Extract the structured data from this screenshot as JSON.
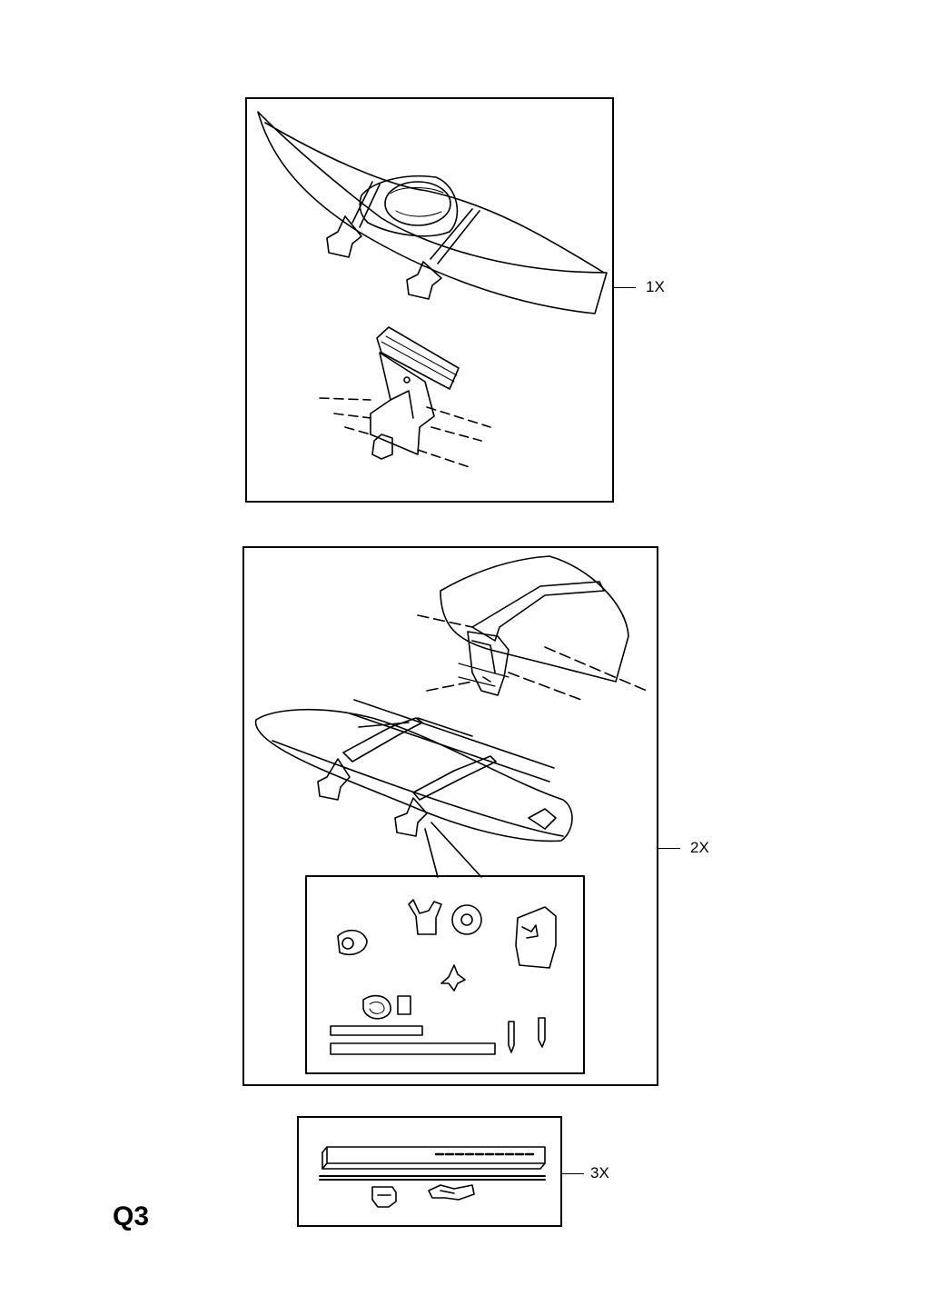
{
  "panels": [
    {
      "id": "panel-1",
      "callout": "1X"
    },
    {
      "id": "panel-2",
      "callout": "2X"
    },
    {
      "id": "panel-3",
      "callout": "3X"
    }
  ],
  "page_code": "Q3"
}
